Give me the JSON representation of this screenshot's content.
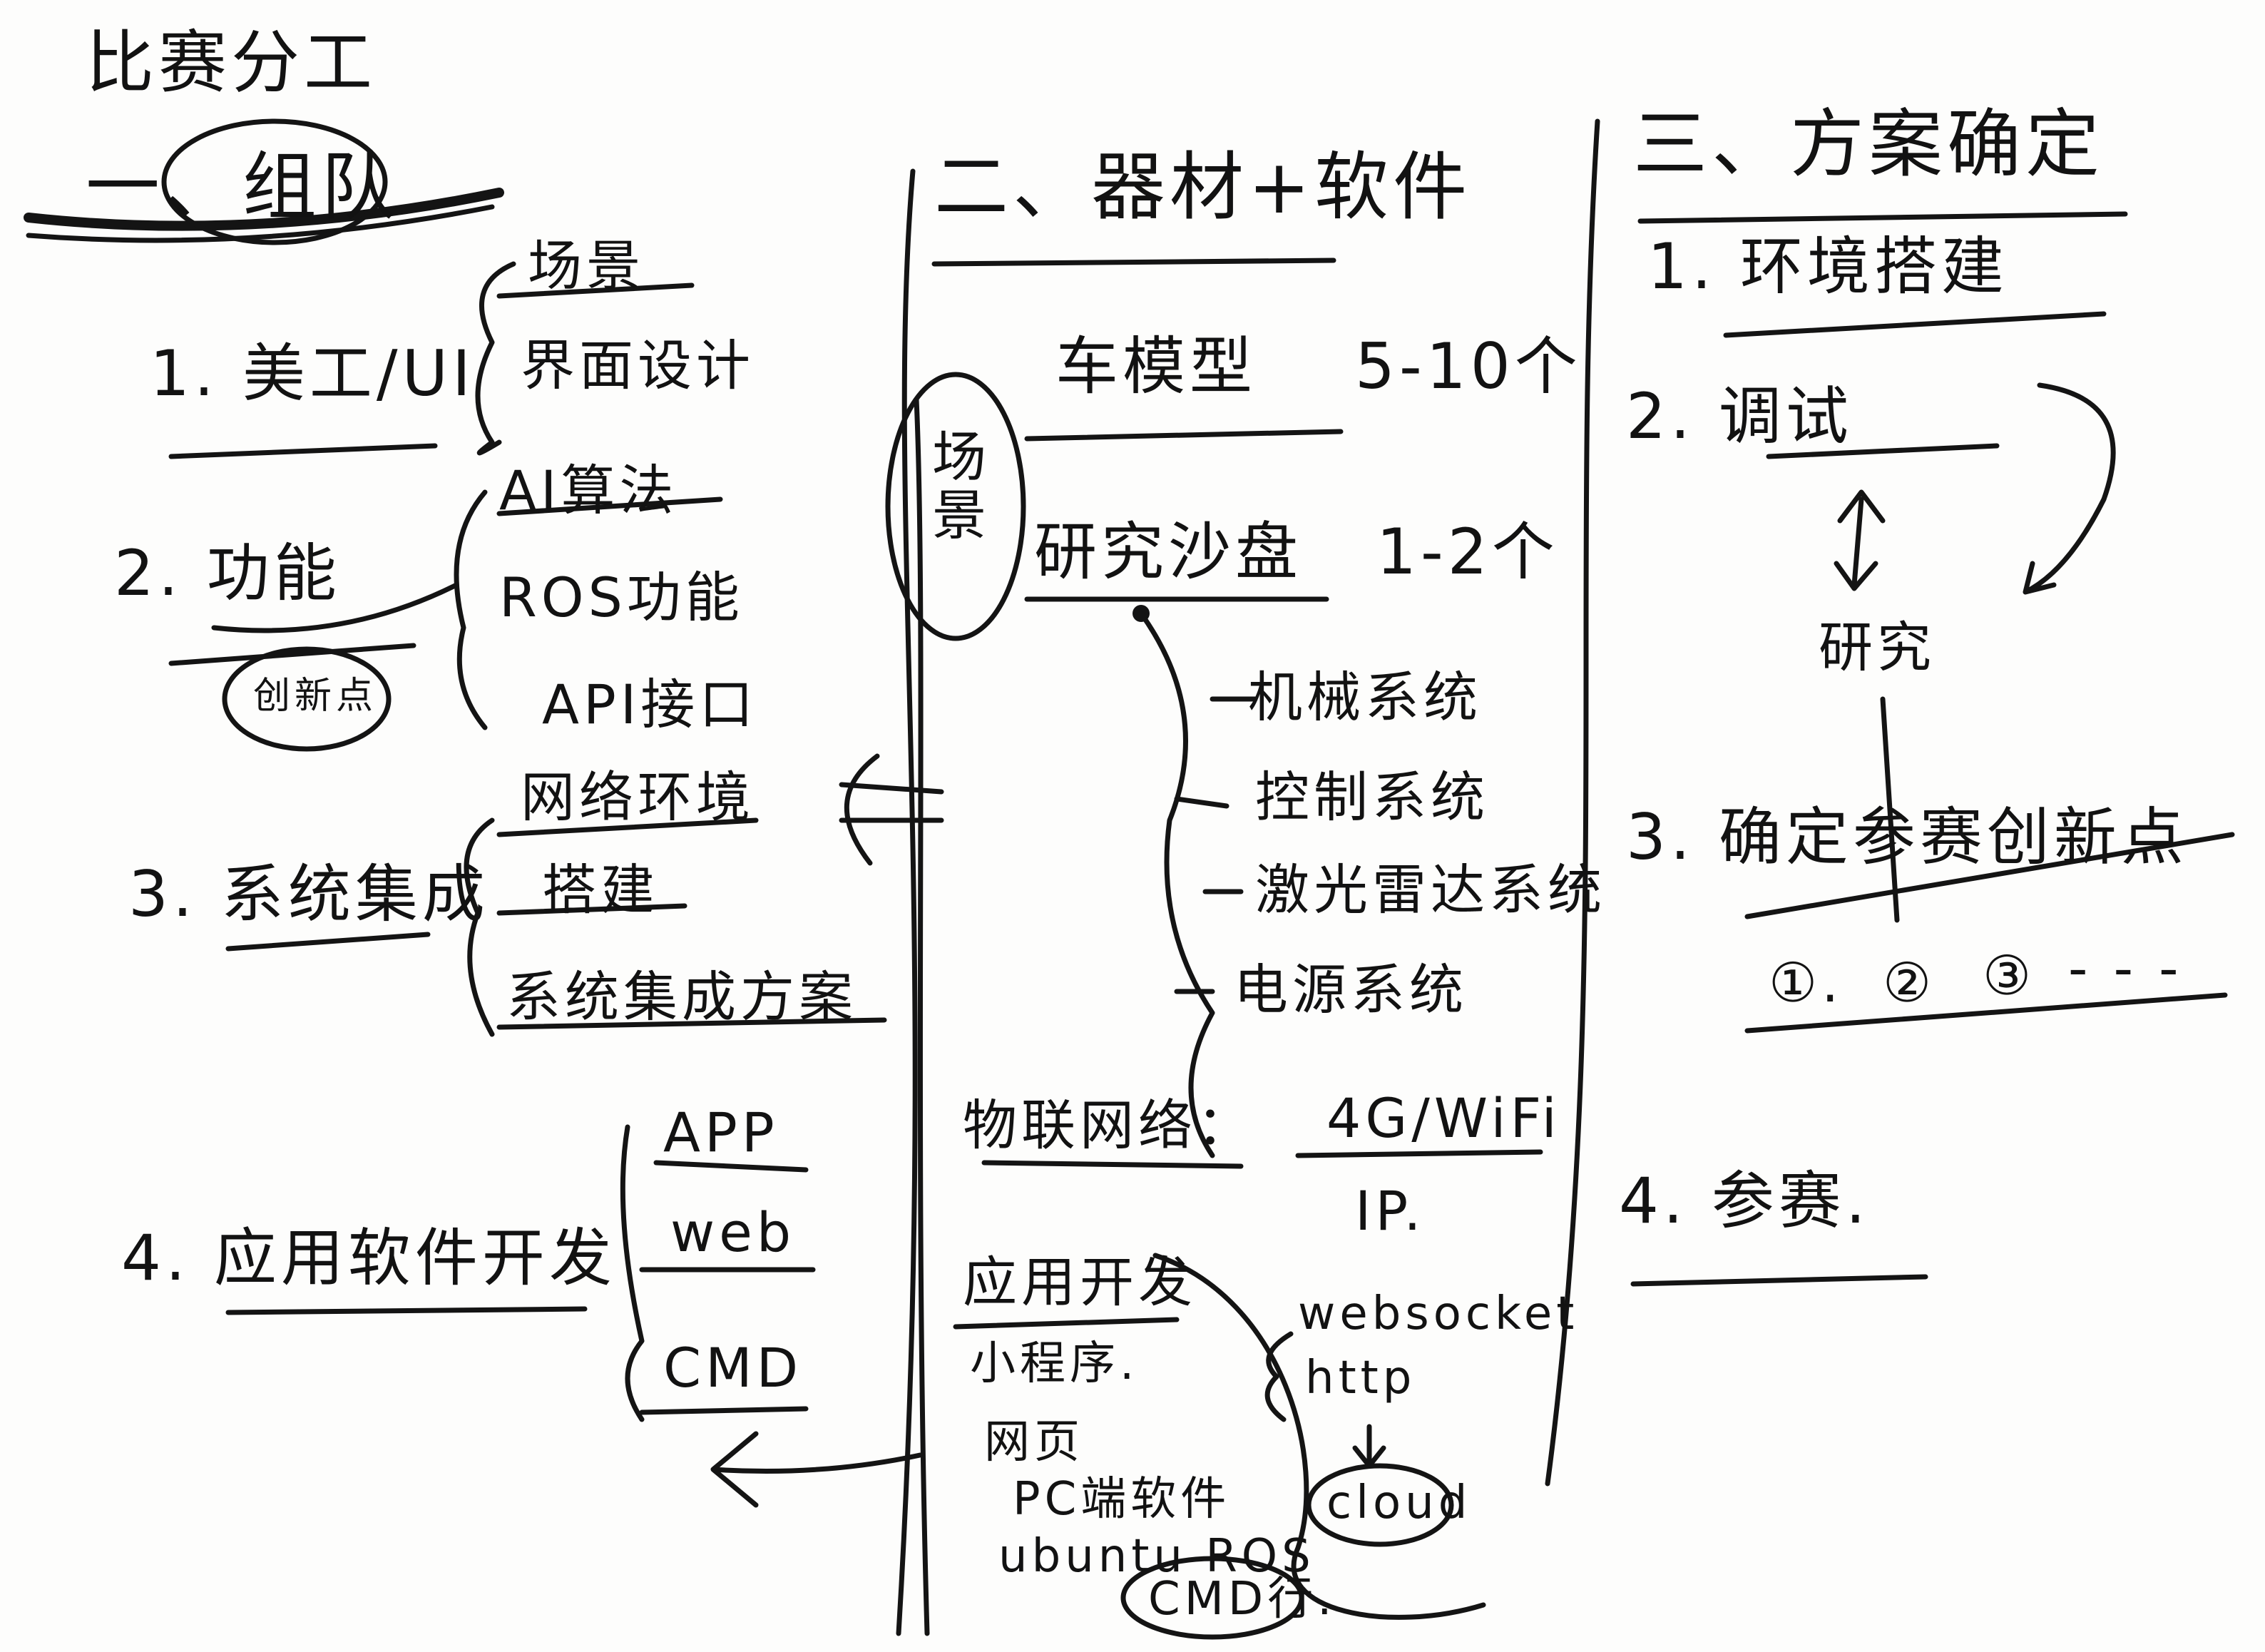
{
  "title": "比赛分工",
  "sections": {
    "team": {
      "heading": "一、组队",
      "items": [
        {
          "label": "1. 美工/UI",
          "branches": [
            "场景",
            "界面设计"
          ]
        },
        {
          "label": "2. 功能",
          "note": "创新点",
          "branches": [
            "AI算法",
            "ROS功能",
            "API接口"
          ]
        },
        {
          "label": "3. 系统集成",
          "branches": [
            "网络环境",
            "搭建",
            "系统集成方案"
          ]
        },
        {
          "label": "4. 应用软件开发",
          "branches": [
            "APP",
            "web",
            "CMD"
          ]
        }
      ]
    },
    "hardware": {
      "heading": "二、器材+软件",
      "scene_label": "场景",
      "rows": [
        {
          "label": "车模型",
          "value": "5-10个"
        },
        {
          "label": "研究沙盘",
          "value": "1-2个"
        }
      ],
      "subsystems": [
        "机械系统",
        "控制系统",
        "激光雷达系统",
        "电源系统"
      ],
      "network": {
        "label": "物联网络：",
        "value": "4G/WiFi",
        "ip": "IP.",
        "protocols": [
          "websocket",
          "http"
        ],
        "cloud": "cloud"
      },
      "app_dev": {
        "label": "应用开发",
        "items": [
          "小程序.",
          "网页",
          "PC端软件",
          "ubuntu ROS"
        ],
        "cmd": "CMD行."
      }
    },
    "plan": {
      "heading": "三、方案确定",
      "items": [
        {
          "label": "1. 环境搭建"
        },
        {
          "label": "2. 调试",
          "link": "研究"
        },
        {
          "label": "3. 确定参赛创新点",
          "options": [
            "①.",
            "②",
            "③",
            "- - -"
          ]
        },
        {
          "label": "4. 参赛."
        }
      ]
    }
  }
}
